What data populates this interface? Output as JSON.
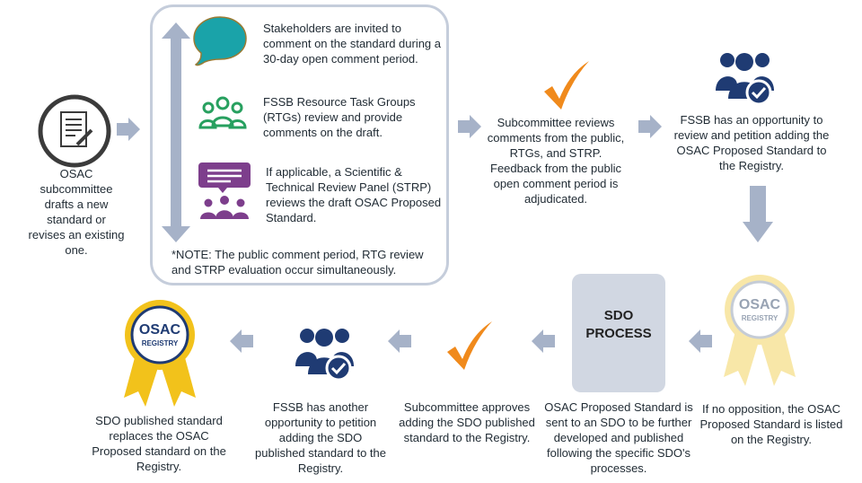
{
  "step_draft": {
    "text": "OSAC subcommittee drafts a new standard or revises an existing one.",
    "icon": "document-pen-icon"
  },
  "review_box": {
    "stakeholders": "Stakeholders are invited to comment on the standard during a 30-day open comment period.",
    "rtgs": "FSSB Resource Task Groups (RTGs) review and provide comments on the draft.",
    "strp": "If applicable, a Scientific & Technical Review Panel (STRP) reviews the draft OSAC Proposed Standard.",
    "note": "*NOTE: The public comment period, RTG review and STRP evaluation occur simultaneously."
  },
  "step_adjudicate": {
    "text": "Subcommittee reviews comments from the public, RTGs, and STRP. Feedback from the public open  comment period is adjudicated."
  },
  "step_petition": {
    "text": "FSSB has an opportunity to review and petition adding the OSAC Proposed Standard to the Registry."
  },
  "step_listed": {
    "text": "If no opposition, the OSAC Proposed Standard is listed on the Registry.",
    "badge_line1": "OSAC",
    "badge_line2": "REGISTRY"
  },
  "sdo_box": {
    "line1": "SDO",
    "line2": "PROCESS"
  },
  "step_sdo": {
    "text": "OSAC Proposed Standard is sent to an SDO to be further developed and published following the specific SDO's processes."
  },
  "step_approve": {
    "text": "Subcommittee approves adding the SDO published standard to the Registry."
  },
  "step_petition2": {
    "text": "FSSB has another opportunity to petition adding  the SDO published standard to the Registry."
  },
  "step_replace": {
    "text": "SDO published standard replaces the OSAC Proposed standard on the Registry.",
    "badge_line1": "OSAC",
    "badge_line2": "REGISTRY"
  },
  "colors": {
    "teal": "#1aa3a9",
    "green": "#27a05f",
    "purple": "#7d3e8c",
    "navy": "#1f3b73",
    "orange": "#f08a1c",
    "arrow": "#a6b2c8",
    "gold": "#f2c21b"
  }
}
